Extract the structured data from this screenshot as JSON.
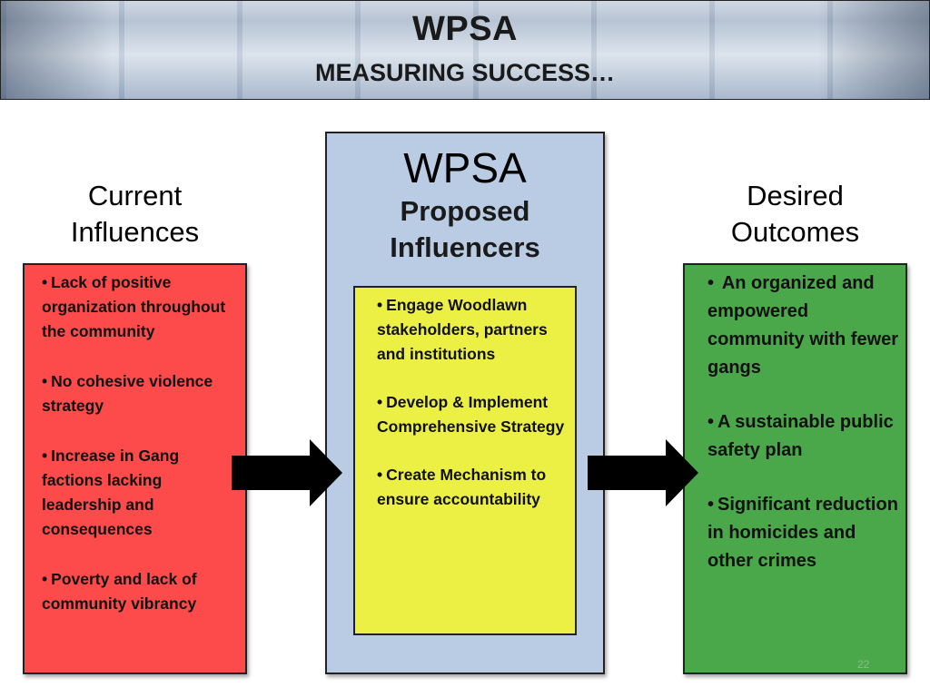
{
  "header": {
    "title": "WPSA",
    "subtitle": "MEASURING SUCCESS…"
  },
  "left": {
    "heading": "Current Influences",
    "items": [
      "Lack of positive organization throughout the community",
      "No cohesive violence strategy",
      "Increase in Gang factions lacking leadership and consequences",
      "Poverty and lack of community vibrancy"
    ]
  },
  "center": {
    "title": "WPSA",
    "subtitle": "Proposed Influencers",
    "items": [
      "Engage Woodlawn stakeholders, partners and institutions",
      "Develop & Implement Comprehensive Strategy",
      "Create Mechanism to ensure accountability"
    ]
  },
  "right": {
    "heading": "Desired Outcomes",
    "items": [
      "An organized and empowered community with fewer gangs",
      "A sustainable public safety plan",
      "Significant reduction in homicides and other crimes"
    ]
  },
  "page_number": "22",
  "colors": {
    "left_box": "#fd4b4b",
    "center_box": "#b9cce4",
    "center_inner_box": "#ecef44",
    "right_box": "#4aa84a",
    "arrows": "#000000"
  },
  "icons": {
    "arrow1": "right-arrow",
    "arrow2": "right-arrow"
  }
}
